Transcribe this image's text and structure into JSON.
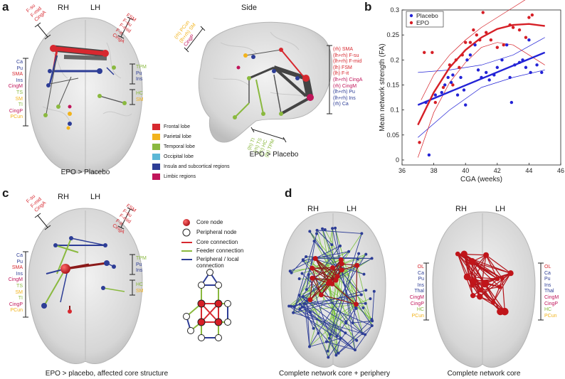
{
  "panel_a": {
    "letter": "a",
    "rh": "RH",
    "lh": "LH",
    "side": "Side",
    "caption_left": "EPO > Placebo",
    "caption_right": "EPO > Placebo",
    "top_left_labels": [
      "F-su",
      "F-mid",
      "CingA"
    ],
    "top_right_labels": [
      "FSM",
      "F-su",
      "F-mid",
      "F-it",
      "CingA"
    ],
    "left_labels": [
      "Ca",
      "Pu",
      "SMA",
      "Ins",
      "CingM",
      "TS",
      "SM",
      "TI",
      "CingP",
      "PCun"
    ],
    "right_labels_1": [
      "TPM",
      "Pu",
      "Ins"
    ],
    "right_labels_2": [
      "HC",
      "SM"
    ],
    "side_top_labels": [
      "(rh) PCun",
      "(lh+rh) SM",
      "CingP"
    ],
    "side_right_labels": [
      "(rh) SMA",
      "(lh+rh) F-su",
      "(lh+rh) F-mid",
      "(lh) FSM",
      "(lh) F-it",
      "(lh+rh) CingA",
      "(rh) CingM",
      "(lh+rh) Pu",
      "(lh+rh) Ins",
      "(rh) Ca"
    ],
    "side_bottom_labels": [
      "(lh) TI",
      "(rh) TS",
      "(lh) HC",
      "(lh) TPM"
    ],
    "lobe_legend": [
      {
        "label": "Frontal lobe",
        "color": "#d7282f"
      },
      {
        "label": "Parietal lobe",
        "color": "#f2b31c"
      },
      {
        "label": "Temporal lobe",
        "color": "#8ab93f"
      },
      {
        "label": "Occipital lobe",
        "color": "#5bb8d6"
      },
      {
        "label": "Insula and subcortical regions",
        "color": "#2d3d96"
      },
      {
        "label": "Limbic regions",
        "color": "#c0155a"
      }
    ]
  },
  "panel_b": {
    "letter": "b"
  },
  "panel_c": {
    "letter": "c",
    "rh": "RH",
    "lh": "LH",
    "caption": "EPO > placebo, affected core structure",
    "top_left_labels": [
      "F-su",
      "F-mid",
      "CingA"
    ],
    "top_right_labels": [
      "FSM",
      "F-su",
      "F-mid",
      "F-it",
      "CingA"
    ],
    "left_labels": [
      "Ca",
      "Pu",
      "SMA",
      "Ins",
      "CingM",
      "TS",
      "SM",
      "TI",
      "CingP",
      "PCun"
    ],
    "right_labels_1": [
      "TPM",
      "Pu",
      "Ins"
    ],
    "right_labels_2": [
      "HC",
      "SM"
    ],
    "legend": {
      "core_node": "Core node",
      "peripheral_node": "Peripheral node",
      "core_connection": "Core connection",
      "feeder_connection": "Feeder connection",
      "peripheral_connection": "Peripheral / local connection"
    }
  },
  "panel_d": {
    "letter": "d",
    "rh1": "RH",
    "lh1": "LH",
    "rh2": "RH",
    "lh2": "LH",
    "caption_left": "Complete network core + periphery",
    "caption_right": "Complete network core",
    "right_labels": [
      "OL",
      "Ca",
      "Pu",
      "Ins",
      "Thal",
      "CingM",
      "CingP",
      "HC",
      "PCun"
    ]
  },
  "colors": {
    "frontal": "#d7282f",
    "parietal": "#f2b31c",
    "temporal": "#8ab93f",
    "insula": "#2d3d96",
    "limbic": "#c0155a",
    "placebo": "#2323d6",
    "epo": "#d61f26"
  },
  "chart_data": {
    "type": "scatter",
    "xlabel": "CGA (weeks)",
    "ylabel": "Mean network strength (FA)",
    "xlim": [
      36,
      46
    ],
    "ylim": [
      -0.01,
      0.3
    ],
    "xticks": [
      36,
      38,
      40,
      42,
      44,
      46
    ],
    "yticks": [
      0,
      0.05,
      0.1,
      0.15,
      0.2,
      0.25,
      0.3
    ],
    "legend_position": "top-left",
    "series": [
      {
        "name": "Placebo",
        "color": "#2323d6",
        "x": [
          37.5,
          37.7,
          38.1,
          38.5,
          38.7,
          38.9,
          39.1,
          39.2,
          39.5,
          39.7,
          39.9,
          40.0,
          40.1,
          40.3,
          40.6,
          40.8,
          41.0,
          41.3,
          41.5,
          41.8,
          42.0,
          42.3,
          42.6,
          42.8,
          42.9,
          43.1,
          43.4,
          43.6,
          43.8,
          44.0,
          44.1,
          44.5,
          44.8
        ],
        "y": [
          0.115,
          0.01,
          0.13,
          0.135,
          0.15,
          0.165,
          0.155,
          0.17,
          0.13,
          0.165,
          0.14,
          0.11,
          0.2,
          0.21,
          0.23,
          0.18,
          0.165,
          0.175,
          0.16,
          0.17,
          0.185,
          0.2,
          0.23,
          0.165,
          0.115,
          0.19,
          0.195,
          0.2,
          0.185,
          0.24,
          0.175,
          0.19,
          0.175
        ]
      },
      {
        "name": "EPO",
        "color": "#d61f26",
        "x": [
          37.1,
          37.4,
          37.9,
          38.1,
          38.6,
          39.0,
          39.2,
          39.4,
          39.6,
          39.8,
          40.0,
          40.3,
          40.5,
          40.7,
          40.9,
          41.1,
          41.3,
          41.6,
          42.0,
          42.4,
          42.8,
          43.0,
          43.4,
          43.8,
          44.0,
          44.2
        ],
        "y": [
          0.035,
          0.215,
          0.215,
          0.115,
          0.145,
          0.19,
          0.15,
          0.2,
          0.185,
          0.21,
          0.235,
          0.235,
          0.26,
          0.25,
          0.24,
          0.295,
          0.255,
          0.24,
          0.225,
          0.23,
          0.27,
          0.265,
          0.26,
          0.245,
          0.285,
          0.29
        ]
      }
    ],
    "fits": [
      {
        "series": "Placebo",
        "x": [
          37.0,
          45.0
        ],
        "y": [
          0.11,
          0.215
        ]
      },
      {
        "series": "EPO",
        "x": [
          37.0,
          38.0,
          39.0,
          40.0,
          41.0,
          42.0,
          43.0,
          44.0,
          45.0
        ],
        "y": [
          0.07,
          0.135,
          0.185,
          0.22,
          0.245,
          0.262,
          0.27,
          0.272,
          0.268
        ]
      }
    ]
  }
}
